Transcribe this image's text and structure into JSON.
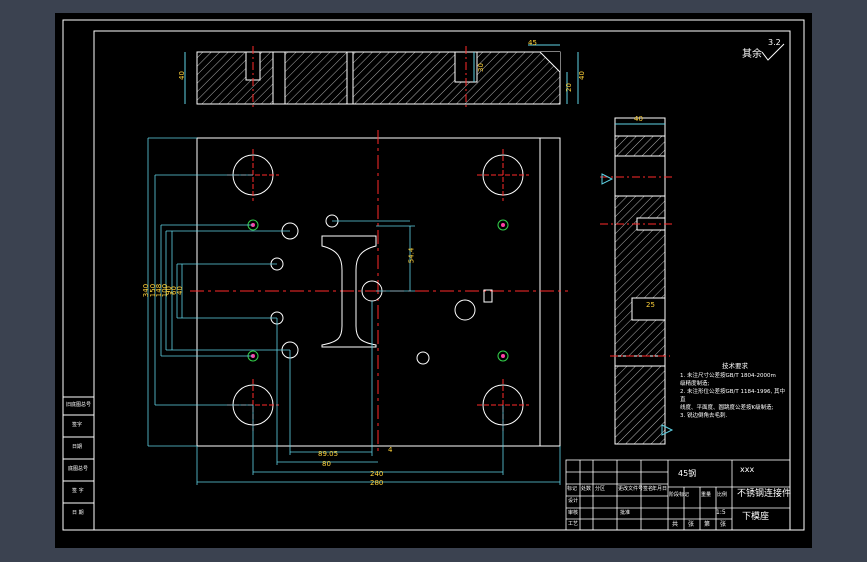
{
  "colors": {
    "background": "#000000",
    "window_chrome": "#3b4250",
    "border": "#ffffff",
    "dimension": "#5fd3e6",
    "centerline": "#ff2a2a",
    "dim_text": "#ffd23a",
    "hole_marker": "#ff3fa6",
    "hole_fill": "#33d04a"
  },
  "annotations": {
    "roughness_label": "其余",
    "roughness_value": "3.2"
  },
  "dimensions": {
    "top_view_height_left": "40",
    "top_view_width_top": "45",
    "top_view_slot_depth": "30",
    "top_view_height_right": "40",
    "top_view_step": "20",
    "side_width": "40",
    "side_hole_depth": "25",
    "main_slot_height": "54.4",
    "main_width_340": "240",
    "main_width_280": "280",
    "main_width_90": "80",
    "main_width_86": "89.05",
    "main_offset_4": "4",
    "left_heights": [
      "340",
      "150",
      "148",
      "100",
      "90",
      "60",
      "40"
    ]
  },
  "technical_notes": {
    "title": "技术要求",
    "lines": [
      "1. 未注尺寸公差按GB/T 1804-2000m",
      "   级精度制造;",
      "2. 未注形位公差按GB/T 1184-1996, 其中直",
      "   线度、平面度、圆跳度公差按K级制造;",
      "3. 锐边倒角去毛刺."
    ]
  },
  "left_strip": {
    "cells": [
      "旧底图总号",
      "签字",
      "日期",
      "底图总号",
      "签 字",
      "日 期"
    ]
  },
  "title_block": {
    "material": "45钢",
    "company": "xxx",
    "drawing_name": "不锈钢连接件",
    "part_name": "下模座",
    "scale_labels": [
      "标记",
      "处数",
      "分区",
      "更改文件号",
      "签名",
      "年月日"
    ],
    "role_labels": [
      "设计",
      "审核",
      "工艺",
      "批准"
    ],
    "stage_labels": [
      "阶段标记",
      "重量",
      "比例"
    ],
    "sheet_labels": [
      "共",
      "张",
      "第",
      "张"
    ],
    "stage_value": "1:5"
  }
}
